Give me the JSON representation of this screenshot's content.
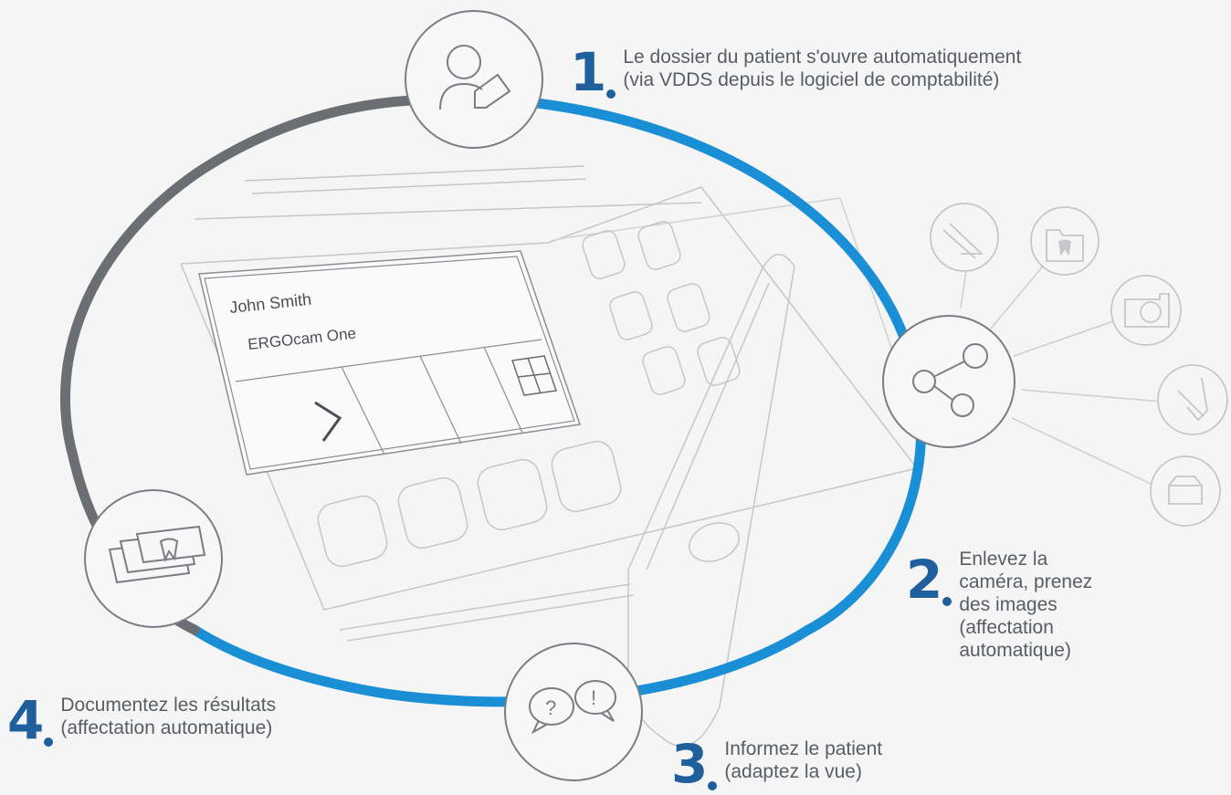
{
  "device_screen": {
    "patient_name": "John Smith",
    "device_name": "ERGOcam One"
  },
  "steps": [
    {
      "number": "1",
      "line1": "Le dossier du patient s'ouvre automatiquement",
      "line2": "(via VDDS depuis le logiciel de comptabilité)"
    },
    {
      "number": "2",
      "line1": "Enlevez la",
      "line2": "caméra, prenez",
      "line3": "des images",
      "line4": "(affectation",
      "line5": "automatique)"
    },
    {
      "number": "3",
      "line1": "Informez le patient",
      "line2": "(adaptez la vue)"
    },
    {
      "number": "4",
      "line1": "Documentez les résultats",
      "line2": "(affectation automatique)"
    }
  ],
  "colors": {
    "cycle_blue": "#1b8fd6",
    "cycle_gray": "#6b6e72",
    "step_number": "#1f5f9c",
    "icon_stroke": "#7a7d82"
  },
  "icons": [
    "patient-file-icon",
    "share-icon",
    "chat-question-icon",
    "tooth-images-icon",
    "handpiece-icon",
    "tooth-folder-icon",
    "camera-icon",
    "instrument-icon",
    "box-icon"
  ]
}
